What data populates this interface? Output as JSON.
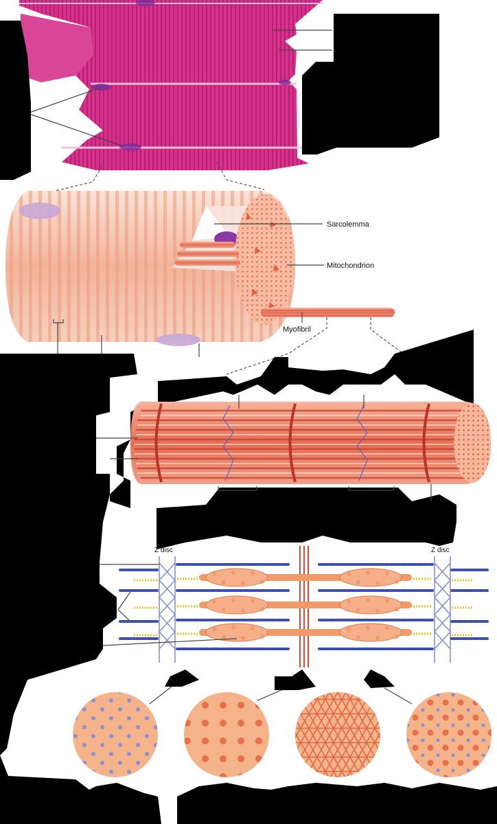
{
  "labels": {
    "sarcolemma": "Sarcolemma",
    "mitochondrion": "Mitochondrion",
    "myofibril": "Myofibril",
    "z_disc_left": "Z disc",
    "z_disc_right": "Z disc"
  },
  "colors": {
    "muscle_pink": "#d92f8c",
    "fiber_peach": "#f2b499",
    "myofibril_orange": "#e8826a",
    "actin_blue": "#3b4fb0",
    "titin_yellow": "#f0c21a",
    "myosin_orange": "#f29a6a",
    "cross_section_bg": "#f5b389",
    "mask_black": "#000000"
  }
}
